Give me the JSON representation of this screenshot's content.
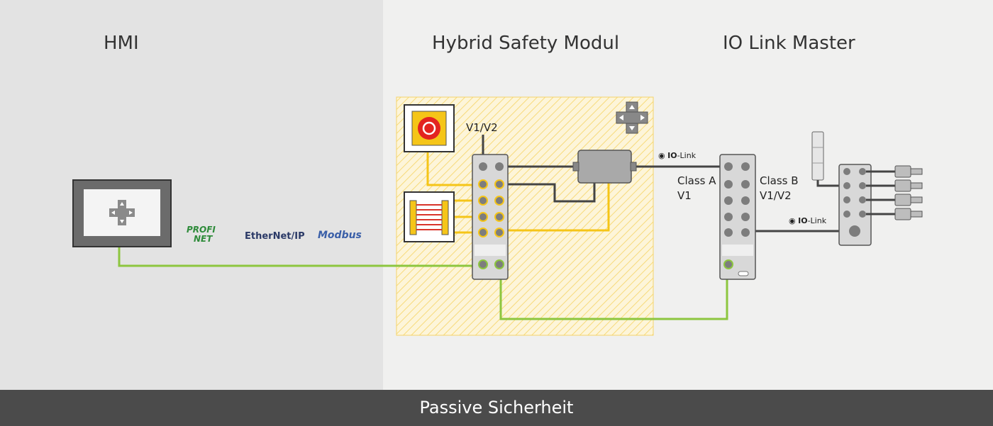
{
  "sections": {
    "hmi_title": "HMI",
    "safety_title": "Hybrid Safety Modul",
    "iolink_title": "IO Link Master"
  },
  "labels": {
    "v1v2": "V1/V2",
    "class_a": "Class A",
    "class_a_v": "V1",
    "class_b": "Class B",
    "class_b_v": "V1/V2",
    "iolink_brand_bold": "IO",
    "iolink_brand_rest": "-Link"
  },
  "protocols": {
    "profinet_top": "PROFI",
    "profinet_bottom": "NET",
    "ethernetip": "EtherNet/IP",
    "modbus": "Modbus"
  },
  "footer": "Passive Sicherheit",
  "colors": {
    "hmi_bg": "#e3e3e3",
    "main_bg": "#f0f0ef",
    "footer_bg": "#4b4b4b",
    "safety_yellow": "#f5c518",
    "network_green": "#8dc63f",
    "cable_dark": "#444444"
  },
  "icons": [
    "emergency-stop-icon",
    "light-curtain-icon",
    "direction-pad-icon",
    "signal-tower-icon",
    "iolink-logo-icon"
  ]
}
